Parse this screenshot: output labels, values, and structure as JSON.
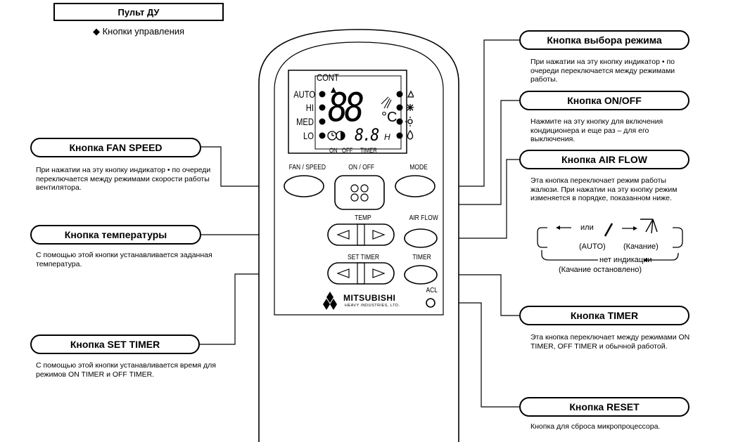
{
  "header": {
    "title": "Пульт ДУ",
    "subtitle": "◆ Кнопки управления"
  },
  "callouts": {
    "mode": {
      "title": "Кнопка выбора режима",
      "text": "При нажатии на эту кнопку индикатор • по очереди переключается между режимами работы."
    },
    "onoff": {
      "title": "Кнопка ON/OFF",
      "text": "Нажмите на эту кнопку для включения кондиционера и еще раз – для его выключения."
    },
    "airflow": {
      "title": "Кнопка AIR FLOW",
      "text": "Эта кнопка переключает режим работы жалюзи. При нажатии на эту кнопку режим изменяется в порядке, показанном ниже."
    },
    "timer": {
      "title": "Кнопка TIMER",
      "text": "Эта кнопка переключает между режимами ON TIMER, OFF TIMER и обычной работой."
    },
    "reset": {
      "title": "Кнопка RESET",
      "text": "Кнопка для сброса микропроцессора."
    },
    "fanspeed": {
      "title": "Кнопка FAN SPEED",
      "text": "При нажатии на эту кнопку индикатор • по очереди переключается между режимами скорости работы вентилятора."
    },
    "temp": {
      "title": "Кнопка температуры",
      "text": "С помощью этой кнопки устанавливается заданная температура."
    },
    "settimer": {
      "title": "Кнопка SET TIMER",
      "text": "С помощью этой кнопки устанавливается время для режимов ON TIMER и OFF TIMER."
    }
  },
  "remote": {
    "lcd": {
      "cont": "CONT",
      "fan_levels": [
        "AUTO",
        "HI",
        "MED",
        "LO"
      ],
      "temp_digits": "88",
      "temp_unit": "°C",
      "timer_digits": "8.8",
      "timer_unit": "H",
      "on_label": "ON",
      "off_label": "OFF",
      "timer_label": "TIMER"
    },
    "labels": {
      "fan_speed": "FAN / SPEED",
      "on_off": "ON / OFF",
      "mode": "MODE",
      "temp": "TEMP",
      "air_flow": "AIR FLOW",
      "set_timer": "SET TIMER",
      "timer": "TIMER",
      "acl": "ACL"
    },
    "brand": {
      "name": "MITSUBISHI",
      "sub": "HEAVY INDUSTRIES, LTD."
    }
  },
  "airflow_cycle": {
    "or": "или",
    "auto": "(AUTO)",
    "swing": "(Качание)",
    "no_indication": "нет индикации",
    "swing_stopped": "(Качание остановлено)"
  }
}
